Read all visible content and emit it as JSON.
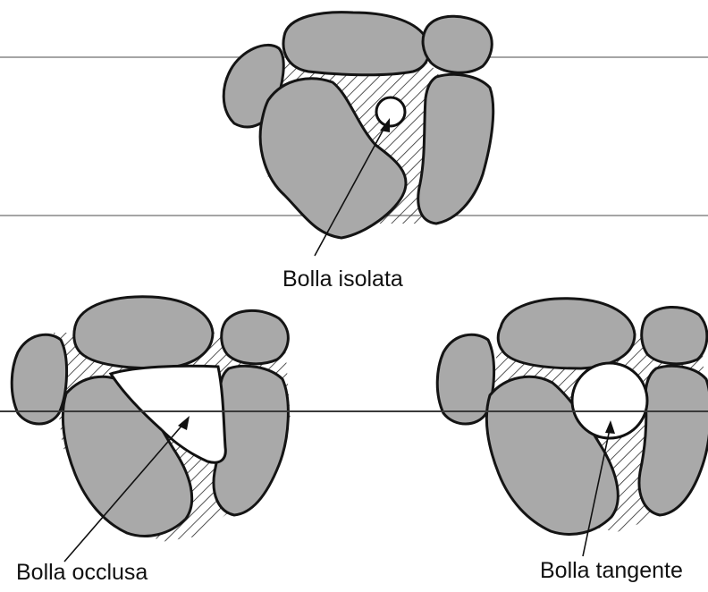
{
  "diagrams": [
    {
      "id": "isolated",
      "label": "Bolla isolata"
    },
    {
      "id": "occluded",
      "label": "Bolla occlusa"
    },
    {
      "id": "tangent",
      "label": "Bolla tangente"
    }
  ],
  "colors": {
    "grain_fill": "#a9a9a9",
    "outline": "#141414",
    "background": "#ffffff",
    "hatch": "#2a2a2a"
  }
}
